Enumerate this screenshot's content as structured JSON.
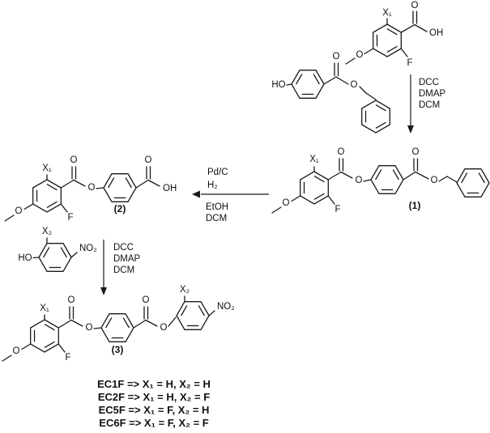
{
  "atoms": {
    "x1": "X₁",
    "x2": "X₂",
    "o": "O",
    "oh": "OH",
    "ho": "HO",
    "f": "F",
    "no2": "NO₂"
  },
  "compounds": {
    "c1": "(1)",
    "c2": "(2)",
    "c3": "(3)"
  },
  "steps": {
    "step1": {
      "reagents": [
        "DCC",
        "DMAP",
        "DCM"
      ]
    },
    "step2": {
      "above": [
        "Pd/C",
        "H₂"
      ],
      "below": [
        "EtOH",
        "DCM"
      ]
    },
    "step3": {
      "reagents": [
        "DCC",
        "DMAP",
        "DCM"
      ]
    }
  },
  "legend": [
    "EC1F => X₁ = H, X₂ = H",
    "EC2F => X₁ = H, X₂ = F",
    "EC5F => X₁ = F, X₂ = H",
    "EC6F => X₁ = F, X₂ = F"
  ]
}
